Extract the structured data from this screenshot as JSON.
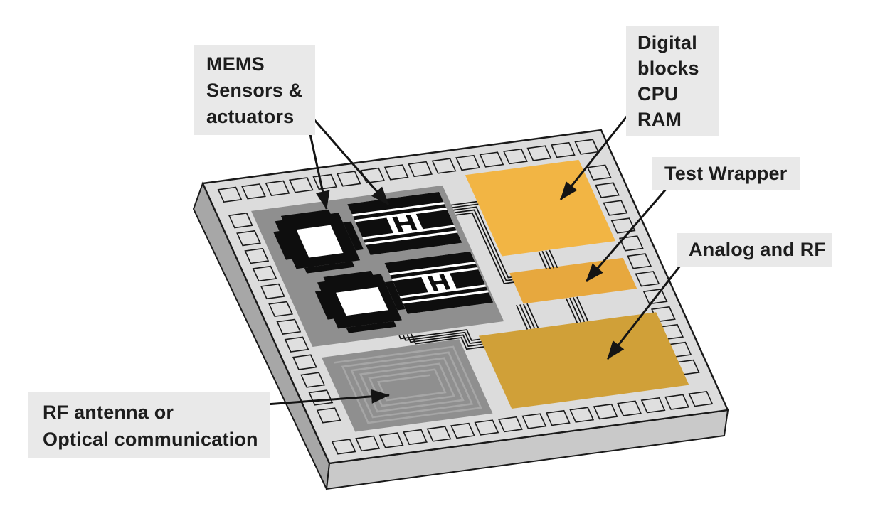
{
  "labels": {
    "mems": {
      "line1": "MEMS",
      "line2": "Sensors &",
      "line3": "actuators"
    },
    "digital": {
      "line1": "Digital",
      "line2": "blocks",
      "line3": "CPU",
      "line4": "RAM"
    },
    "test": {
      "text": "Test Wrapper"
    },
    "analog": {
      "text": "Analog and RF"
    },
    "rf": {
      "line1": "RF antenna or",
      "line2": "Optical communication"
    }
  },
  "colors": {
    "background": "#FFFFFF",
    "label_bg": "#E9E9E9",
    "label_text": "#1D1D1D",
    "chip_top": "#DCDCDC",
    "chip_side_left": "#A7A7A7",
    "chip_side_front": "#C9C9C9",
    "pad_fill": "#DFDFDF",
    "outline": "#1A1A1A",
    "mems_region": "#8F8F8F",
    "structure_black": "#0E0E0E",
    "structure_white": "#FFFFFF",
    "digital_block": "#F2B544",
    "test_wrapper_block": "#E7A83E",
    "analog_rf_block": "#D0A038",
    "antenna_region": "#8F8F8F",
    "antenna_coil": "#A6A6A6",
    "wire": "#141414",
    "arrow": "#141414"
  }
}
